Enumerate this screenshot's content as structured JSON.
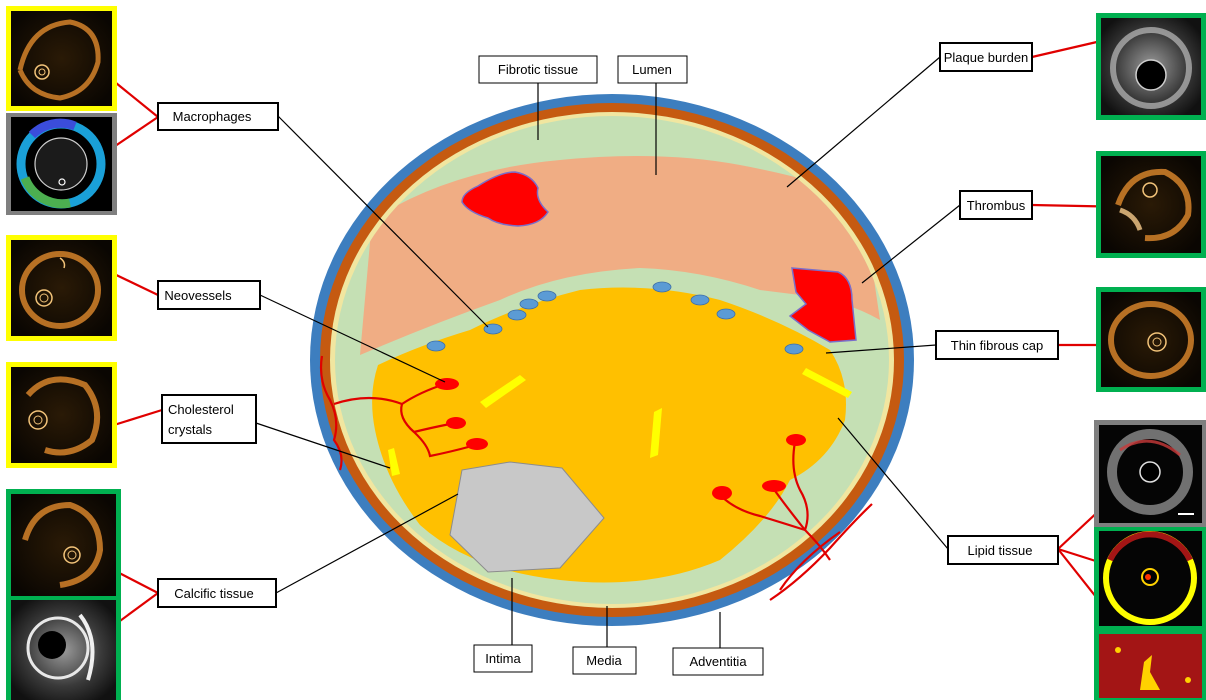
{
  "labels": {
    "fibrotic_tissue": "Fibrotic tissue",
    "lumen": "Lumen",
    "plaque_burden": "Plaque burden",
    "macrophages": "Macrophages",
    "thrombus": "Thrombus",
    "neovessels": "Neovessels",
    "thin_fibrous_cap": "Thin fibrous cap",
    "cholesterol_line1": "Cholesterol",
    "cholesterol_line2": "crystals",
    "lipid_tissue": "Lipid tissue",
    "calcific_tissue": "Calcific tissue",
    "intima": "Intima",
    "media": "Media",
    "adventitia": "Adventitia"
  },
  "colors": {
    "adventitia": "#3d7ebf",
    "media": "#c55a11",
    "intima_line": "#f1e6a0",
    "fibrotic": "#c5e0b4",
    "lumen": "#f0ad84",
    "lipid": "#ffc000",
    "calcific": "#c8c8c8",
    "thrombus": "#ff0000",
    "macrophage": "#5b9bd5",
    "crystal": "#ffff00",
    "oct_frame": "#ffff00",
    "ivus_frame": "#00b050",
    "grey_frame": "#7f7f7f",
    "arrow_red": "#e00000"
  },
  "thumbnails": [
    {
      "name": "oct-macrophage-image",
      "modality": "OCT",
      "frame": "yellow"
    },
    {
      "name": "nirf-macrophage-image",
      "modality": "NIRF",
      "frame": "grey"
    },
    {
      "name": "oct-neovessel-image",
      "modality": "OCT",
      "frame": "yellow"
    },
    {
      "name": "oct-cholesterol-image",
      "modality": "OCT",
      "frame": "yellow"
    },
    {
      "name": "oct-calcific-image",
      "modality": "OCT",
      "frame": "green"
    },
    {
      "name": "ivus-calcific-image",
      "modality": "IVUS",
      "frame": "green"
    },
    {
      "name": "ivus-plaque-burden-image",
      "modality": "IVUS",
      "frame": "green"
    },
    {
      "name": "oct-thrombus-image",
      "modality": "OCT",
      "frame": "green"
    },
    {
      "name": "oct-thin-cap-image",
      "modality": "OCT",
      "frame": "green"
    },
    {
      "name": "ivus-vh-lipid-image",
      "modality": "IVUS",
      "frame": "grey"
    },
    {
      "name": "nirs-ivus-lipid-image",
      "modality": "NIRS-IVUS",
      "frame": "green"
    },
    {
      "name": "nirs-chemogram-image",
      "modality": "NIRS",
      "frame": "green"
    }
  ]
}
